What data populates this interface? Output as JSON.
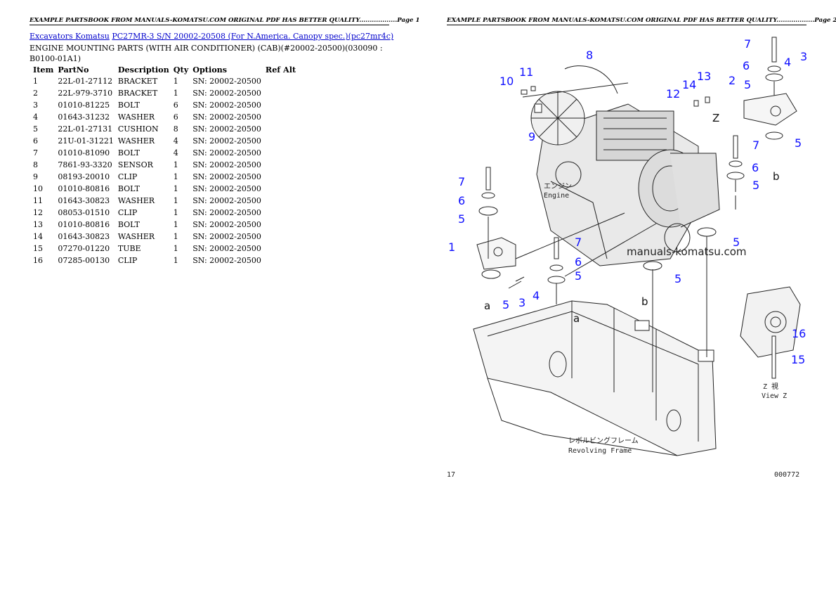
{
  "header": {
    "page1": "EXAMPLE PARTSBOOK FROM MANUALS-KOMATSU.COM ORIGINAL PDF HAS BETTER QUALITY..................Page 1",
    "page2": "EXAMPLE PARTSBOOK FROM MANUALS-KOMATSU.COM ORIGINAL PDF HAS BETTER QUALITY..................Page 2"
  },
  "breadcrumb": {
    "link1": "Excavators Komatsu",
    "link2": "PC27MR-3 S/N 20002-20508 (For N.America. Canopy spec.)(pc27mr4c)"
  },
  "section_title": {
    "line1": "ENGINE MOUNTING PARTS (WITH AIR CONDITIONER) (CAB)(#20002-20500)(030090 :",
    "line2": "B0100-01A1)"
  },
  "table": {
    "headers": [
      "Item",
      "PartNo",
      "Description",
      "Qty",
      "Options",
      "Ref Alt"
    ],
    "rows": [
      [
        "1",
        "22L-01-27112",
        "BRACKET",
        "1",
        "SN: 20002-20500",
        ""
      ],
      [
        "2",
        "22L-979-3710",
        "BRACKET",
        "1",
        "SN: 20002-20500",
        ""
      ],
      [
        "3",
        "01010-81225",
        "BOLT",
        "6",
        "SN: 20002-20500",
        ""
      ],
      [
        "4",
        "01643-31232",
        "WASHER",
        "6",
        "SN: 20002-20500",
        ""
      ],
      [
        "5",
        "22L-01-27131",
        "CUSHION",
        "8",
        "SN: 20002-20500",
        ""
      ],
      [
        "6",
        "21U-01-31221",
        "WASHER",
        "4",
        "SN: 20002-20500",
        ""
      ],
      [
        "7",
        "01010-81090",
        "BOLT",
        "4",
        "SN: 20002-20500",
        ""
      ],
      [
        "8",
        "7861-93-3320",
        "SENSOR",
        "1",
        "SN: 20002-20500",
        ""
      ],
      [
        "9",
        "08193-20010",
        "CLIP",
        "1",
        "SN: 20002-20500",
        ""
      ],
      [
        "10",
        "01010-80816",
        "BOLT",
        "1",
        "SN: 20002-20500",
        ""
      ],
      [
        "11",
        "01643-30823",
        "WASHER",
        "1",
        "SN: 20002-20500",
        ""
      ],
      [
        "12",
        "08053-01510",
        "CLIP",
        "1",
        "SN: 20002-20500",
        ""
      ],
      [
        "13",
        "01010-80816",
        "BOLT",
        "1",
        "SN: 20002-20500",
        ""
      ],
      [
        "14",
        "01643-30823",
        "WASHER",
        "1",
        "SN: 20002-20500",
        ""
      ],
      [
        "15",
        "07270-01220",
        "TUBE",
        "1",
        "SN: 20002-20500",
        ""
      ],
      [
        "16",
        "07285-00130",
        "CLIP",
        "1",
        "SN: 20002-20500",
        ""
      ]
    ]
  },
  "diagram": {
    "watermark": "manuals-komatsu.com",
    "engine_jp": "エンジン",
    "engine_en": "Engine",
    "frame_jp": "レボルビングフレーム",
    "frame_en": "Revolving Frame",
    "view_jp": "Z 視",
    "view_en": "View Z",
    "z_mark": "Z",
    "a_mark": "a",
    "b_mark": "b",
    "page_code": "17",
    "fig_code": "000772"
  },
  "colors": {
    "callout": "#1010ff",
    "link": "#0000cc"
  }
}
